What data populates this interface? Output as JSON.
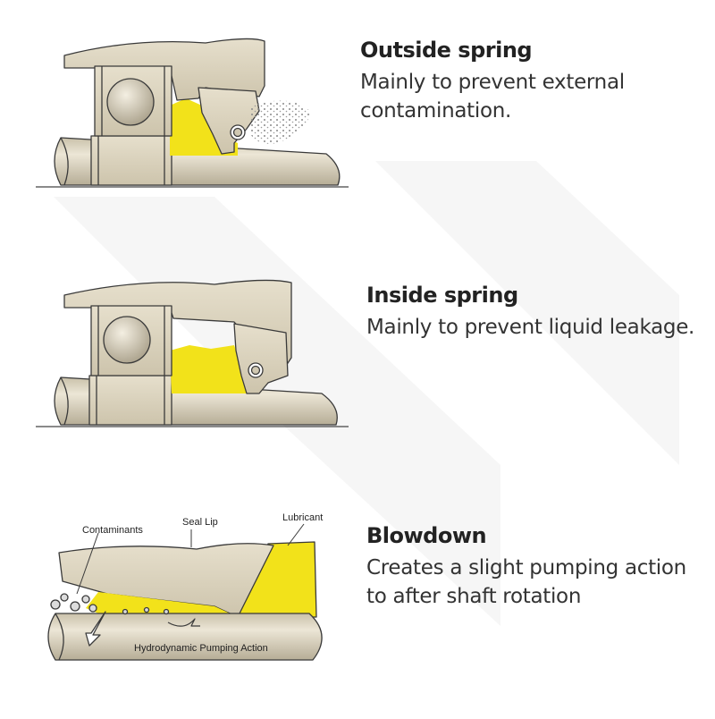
{
  "panels": [
    {
      "title": "Outside spring",
      "description": [
        "Mainly to prevent external",
        "contamination."
      ]
    },
    {
      "title": "Inside spring",
      "description": [
        "Mainly to prevent liquid leakage."
      ]
    },
    {
      "title": "Blowdown",
      "description": [
        "Creates a slight pumping action",
        "to after shaft rotation"
      ]
    }
  ],
  "callouts": {
    "contaminants": "Contaminants",
    "seal_lip": "Seal Lip",
    "lubricant": "Lubricant",
    "pumping_action": "Hydrodynamic Pumping Action"
  },
  "colors": {
    "metal": "#d9d1bc",
    "metal_dark": "#b9b09a",
    "outline": "#3a3a3a",
    "lubricant": "#f2e21a"
  }
}
